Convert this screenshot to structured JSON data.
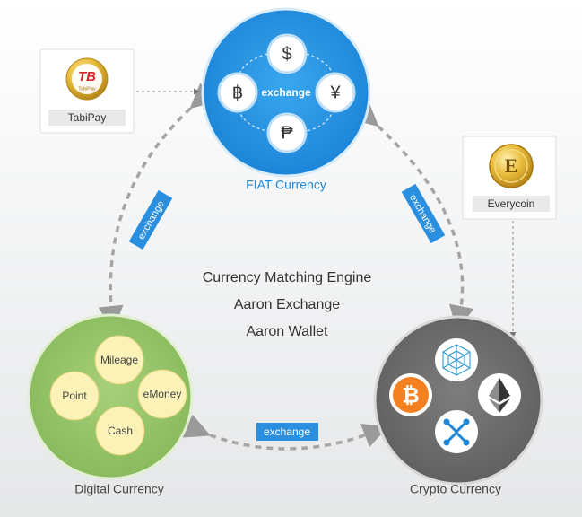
{
  "fiat": {
    "label": "FIAT Currency",
    "center_label": "exchange",
    "symbols": [
      "$",
      "฿",
      "¥",
      "₱"
    ]
  },
  "digital": {
    "label": "Digital Currency",
    "items": [
      "Mileage",
      "Point",
      "eMoney",
      "Cash"
    ]
  },
  "crypto": {
    "label": "Crypto Currency",
    "coins": [
      "qtum-icon",
      "bitcoin-icon",
      "ethereum-icon",
      "ripple-icon"
    ]
  },
  "center_text": [
    "Currency Matching Engine",
    "Aaron Exchange",
    "Aaron Wallet"
  ],
  "exchange_badges": {
    "left": "exchange",
    "right": "exchange",
    "bottom": "exchange"
  },
  "tabipay": {
    "logo_text": "TB",
    "logo_subtext": "TabiPay",
    "label": "TabiPay"
  },
  "everycoin": {
    "logo_text": "E",
    "label": "Everycoin"
  },
  "colors": {
    "fiat_blue": "#1f8fe0",
    "digital_green": "#98c46a",
    "crypto_gray": "#707070",
    "badge_blue": "#2b8fe0",
    "bitcoin_orange": "#f4801f",
    "ripple_blue": "#1f88d9"
  }
}
